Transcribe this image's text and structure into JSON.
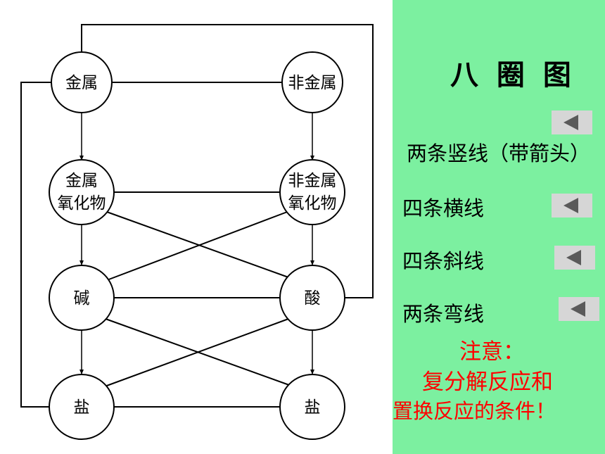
{
  "diagram": {
    "nodes": {
      "metal": "金属",
      "nonmetal": "非金属",
      "metal_oxide": [
        "金属",
        "氧化物"
      ],
      "nonmetal_oxide": [
        "非金属",
        "氧化物"
      ],
      "base": "碱",
      "acid": "酸",
      "salt_left": "盐",
      "salt_right": "盐"
    }
  },
  "panel": {
    "title": "八 圈 图",
    "items": [
      {
        "label": "两条竖线（带箭头）",
        "button_icon": "triangle-left-icon"
      },
      {
        "label": "四条横线",
        "button_icon": "triangle-left-icon"
      },
      {
        "label": "四条斜线",
        "button_icon": "triangle-left-icon"
      },
      {
        "label": "两条弯线",
        "button_icon": "triangle-left-icon"
      }
    ],
    "note": {
      "heading": "注意：",
      "line1": "复分解反应和",
      "line2": "置换反应的条件！"
    },
    "colors": {
      "panel_bg": "#7cf0a0",
      "button_bg": "#d6d6d6",
      "button_icon": "#5a5a5a",
      "note_text": "#ff0000"
    }
  }
}
